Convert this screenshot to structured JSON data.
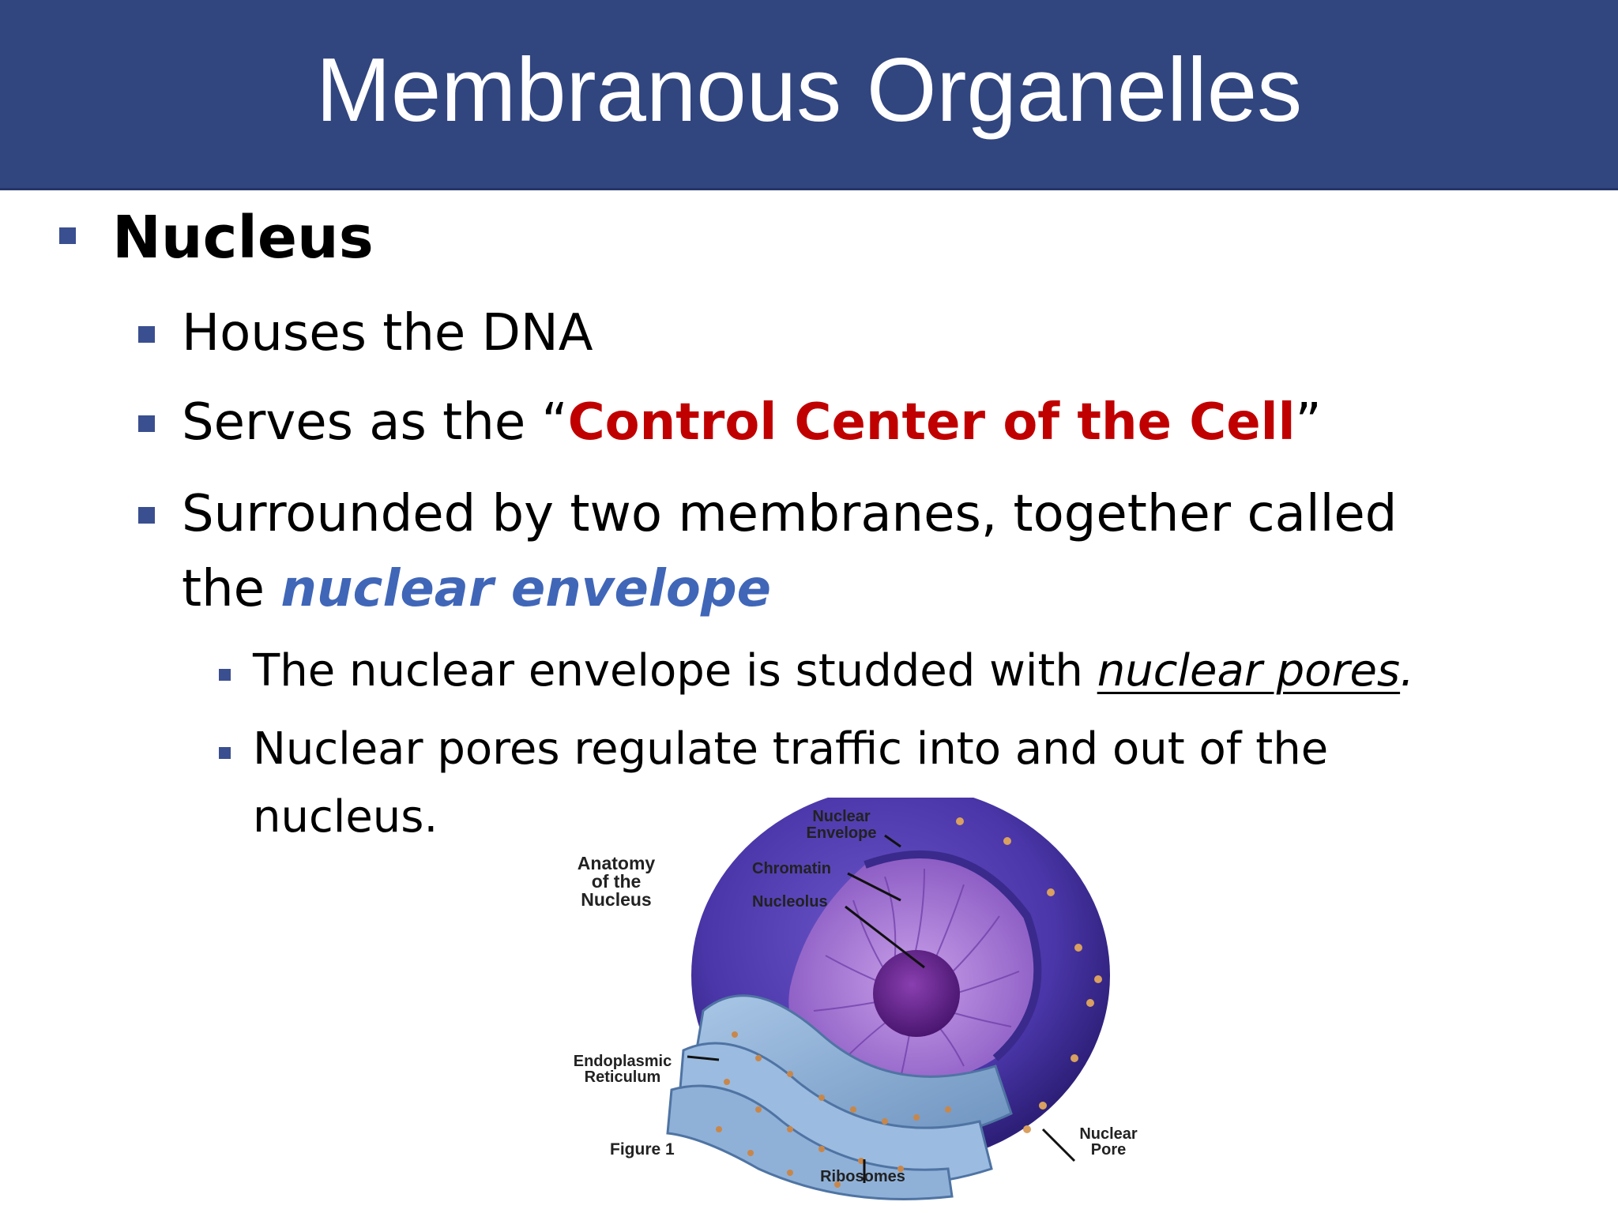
{
  "slide": {
    "title": "Membranous Organelles"
  },
  "bullets": {
    "nucleus": "Nucleus",
    "houses": "Houses the DNA",
    "serves_prefix": "Serves as the “",
    "serves_emph": "Control Center of the Cell",
    "serves_suffix": "”",
    "surrounded_line1": "Surrounded by two membranes, together called",
    "surrounded_line2_prefix": "the ",
    "surrounded_emph": "nuclear envelope",
    "studded_prefix": "The nuclear envelope is studded with ",
    "studded_emph": "nuclear pores",
    "studded_suffix": ".",
    "pores_line1": "Nuclear pores regulate traffic into and out of the",
    "pores_line2": "nucleus."
  },
  "figure": {
    "heading_line1": "Anatomy",
    "heading_line2": "of the",
    "heading_line3": "Nucleus",
    "label_envelope_1": "Nuclear",
    "label_envelope_2": "Envelope",
    "label_chromatin": "Chromatin",
    "label_nucleolus": "Nucleolus",
    "label_er_1": "Endoplasmic",
    "label_er_2": "Reticulum",
    "label_pore_1": "Nuclear",
    "label_pore_2": "Pore",
    "label_ribosomes": "Ribosomes",
    "caption": "Figure 1"
  },
  "colors": {
    "title_bar": "#31457f",
    "bullet": "#3a4f8f",
    "emphasis_red": "#c00000",
    "emphasis_blue": "#4066b8"
  }
}
